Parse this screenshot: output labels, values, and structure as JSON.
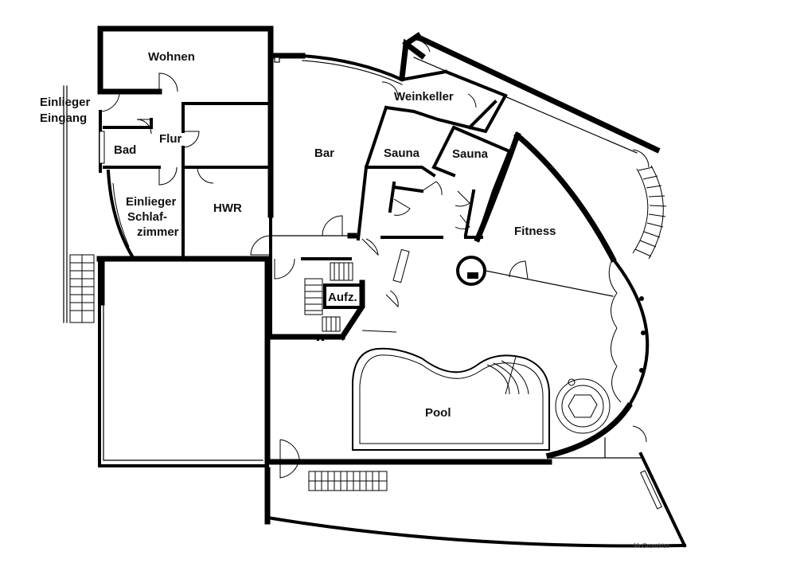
{
  "rooms": {
    "wohnen": "Wohnen",
    "einlieger_eingang_1": "Einlieger",
    "einlieger_eingang_2": "Eingang",
    "flur": "Flur",
    "bad": "Bad",
    "bar": "Bar",
    "weinkeller": "Weinkeller",
    "sauna_1": "Sauna",
    "sauna_2": "Sauna",
    "einlieger_schlaf_1": "Einlieger",
    "einlieger_schlaf_2": "Schlaf-",
    "einlieger_schlaf_3": "zimmer",
    "hwr": "HWR",
    "fitness": "Fitness",
    "aufzug": "Aufz.",
    "pool": "Pool"
  },
  "watermark": "McGrundriss"
}
